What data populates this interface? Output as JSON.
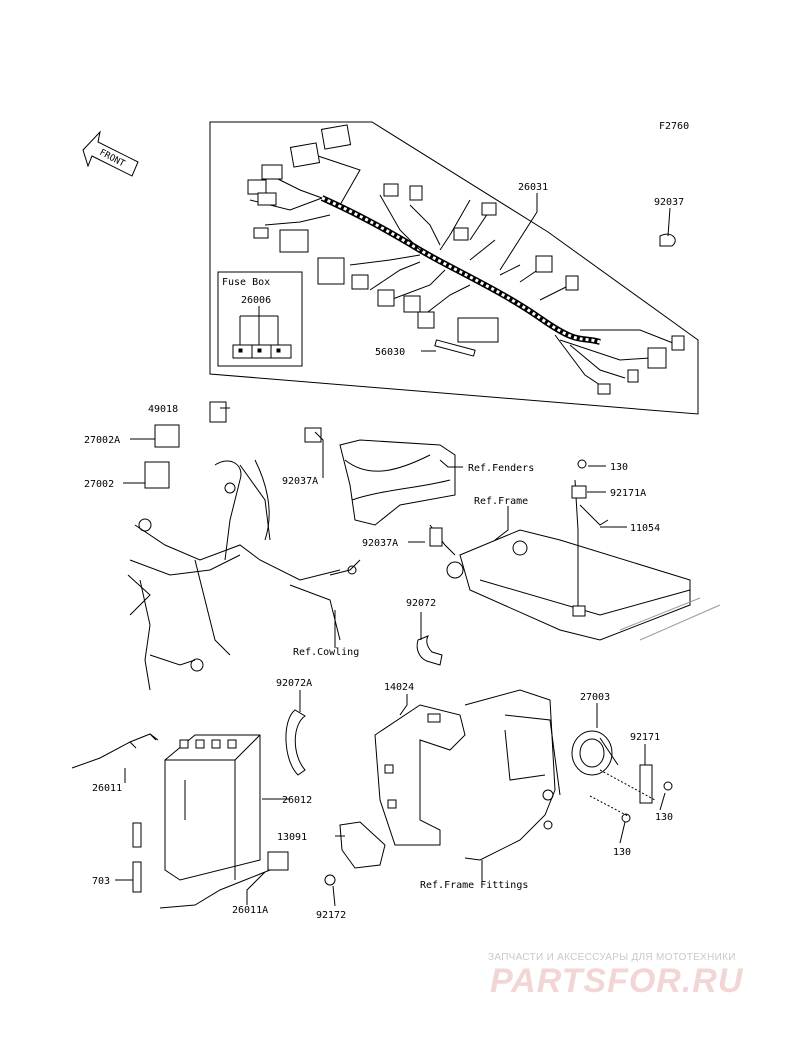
{
  "figure_code": "F2760",
  "front_label": "FRONT",
  "fuse_box": {
    "title": "Fuse Box",
    "part": "26006"
  },
  "parts": {
    "p26031": "26031",
    "p92037": "92037",
    "p56030": "56030",
    "p49018": "49018",
    "p27002A": "27002A",
    "p27002": "27002",
    "p92037A_1": "92037A",
    "p92037A_2": "92037A",
    "p130_1": "130",
    "p92171A": "92171A",
    "p11054": "11054",
    "p92072": "92072",
    "p92072A": "92072A",
    "p14024": "14024",
    "p27003": "27003",
    "p92171": "92171",
    "p130_2": "130",
    "p130_3": "130",
    "p26011": "26011",
    "p26012": "26012",
    "p13091": "13091",
    "p703": "703",
    "p26011A": "26011A",
    "p92172": "92172"
  },
  "refs": {
    "fenders": "Ref.Fenders",
    "frame": "Ref.Frame",
    "cowling": "Ref.Cowling",
    "frame_fittings": "Ref.Frame Fittings"
  },
  "watermark": {
    "line1": "ЗАПЧАСТИ И АКСЕССУАРЫ ДЛЯ МОТОТЕХНИКИ",
    "logo": "PARTSFOR.RU"
  },
  "colors": {
    "ink": "#000000",
    "watermark_logo": "#f2d6d6",
    "watermark_text": "#c9c9c9"
  }
}
